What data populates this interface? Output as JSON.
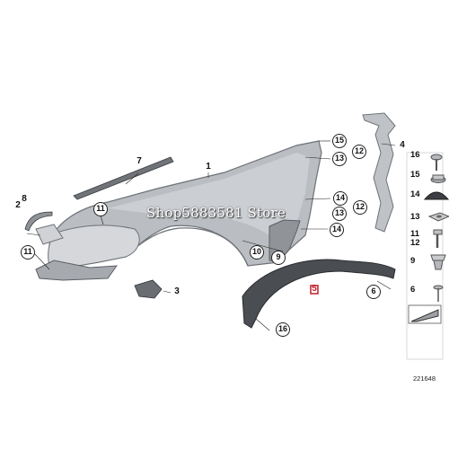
{
  "watermark": "Shop5883581 Store",
  "document_number": "221648",
  "callouts": {
    "c1": "1",
    "c2": "2",
    "c3": "3",
    "c4": "4",
    "c5": "5",
    "c6": "6",
    "c7": "7",
    "c8": "8",
    "c9a": "9",
    "c10a": "10",
    "c11a": "11",
    "c11b": "11",
    "c12a": "12",
    "c12b": "12",
    "c13a": "13",
    "c13b": "13",
    "c14a": "14",
    "c14b": "14",
    "c15a": "15",
    "c16a": "16"
  },
  "parts_panel": {
    "rows": [
      {
        "labels": [
          "16"
        ],
        "icon": "screw-icon"
      },
      {
        "labels": [
          "15"
        ],
        "icon": "grommet-icon"
      },
      {
        "labels": [
          "14"
        ],
        "icon": "dome-plug-icon"
      },
      {
        "labels": [
          "13"
        ],
        "icon": "square-nut-icon"
      },
      {
        "labels": [
          "11",
          "12"
        ],
        "icon": "bolt-icon"
      },
      {
        "labels": [
          "9"
        ],
        "icon": "clip-icon"
      },
      {
        "labels": [
          "6"
        ],
        "icon": "push-rivet-icon"
      },
      {
        "labels": [],
        "icon": "wedge-icon"
      }
    ]
  },
  "colors": {
    "part_fill": "#b9bcc1",
    "part_dark": "#7d8187",
    "flare": "#4a4d52",
    "red_marker": "#c0202a"
  }
}
